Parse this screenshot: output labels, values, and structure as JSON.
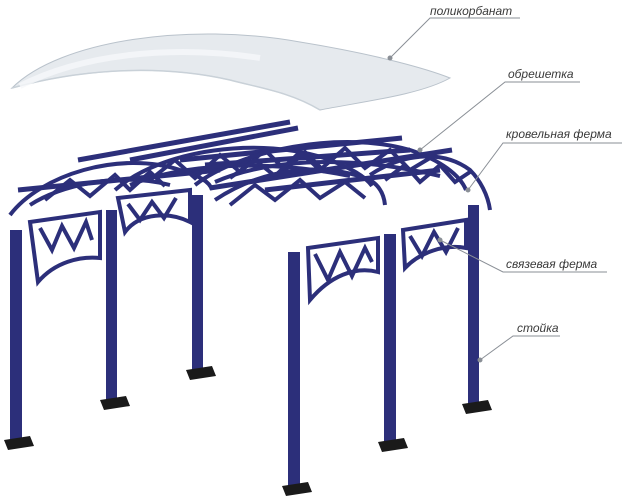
{
  "labels": {
    "polycarbonate": "поликорбанат",
    "lathing": "обрешетка",
    "roof_truss": "кровельная ферма",
    "tie_truss": "связевая ферма",
    "post": "стойка"
  },
  "colors": {
    "steel": "#2c2f7a",
    "steel_dark": "#1d1f55",
    "sheet": "#e4e9ee",
    "sheet_edge": "#b8c2cc",
    "leader": "#8a8f96",
    "base_plate": "#1a1a1a"
  }
}
